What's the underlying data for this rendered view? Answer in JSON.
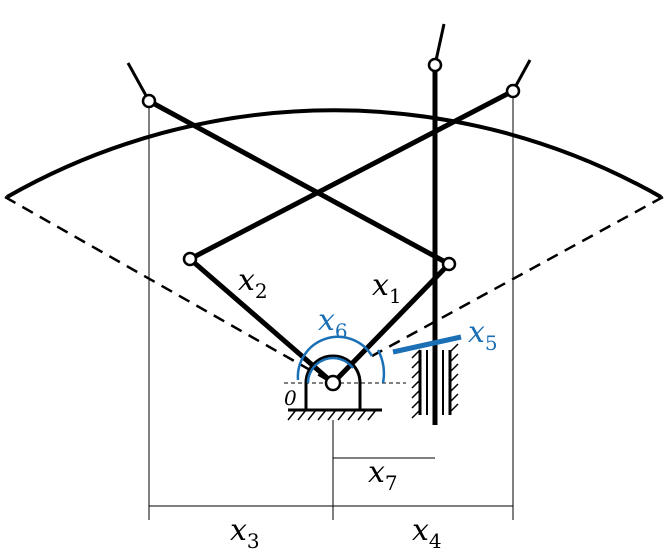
{
  "diagram": {
    "colors": {
      "ink": "#000000",
      "accent": "#1a6fb5",
      "background": "#ffffff"
    },
    "labels": {
      "x1": {
        "base": "x",
        "sub": "1"
      },
      "x2": {
        "base": "x",
        "sub": "2"
      },
      "x3": {
        "base": "x",
        "sub": "3"
      },
      "x4": {
        "base": "x",
        "sub": "4"
      },
      "x5": {
        "base": "x",
        "sub": "5"
      },
      "x6": {
        "base": "x",
        "sub": "6"
      },
      "x7": {
        "base": "x",
        "sub": "7"
      },
      "origin": "0"
    }
  }
}
